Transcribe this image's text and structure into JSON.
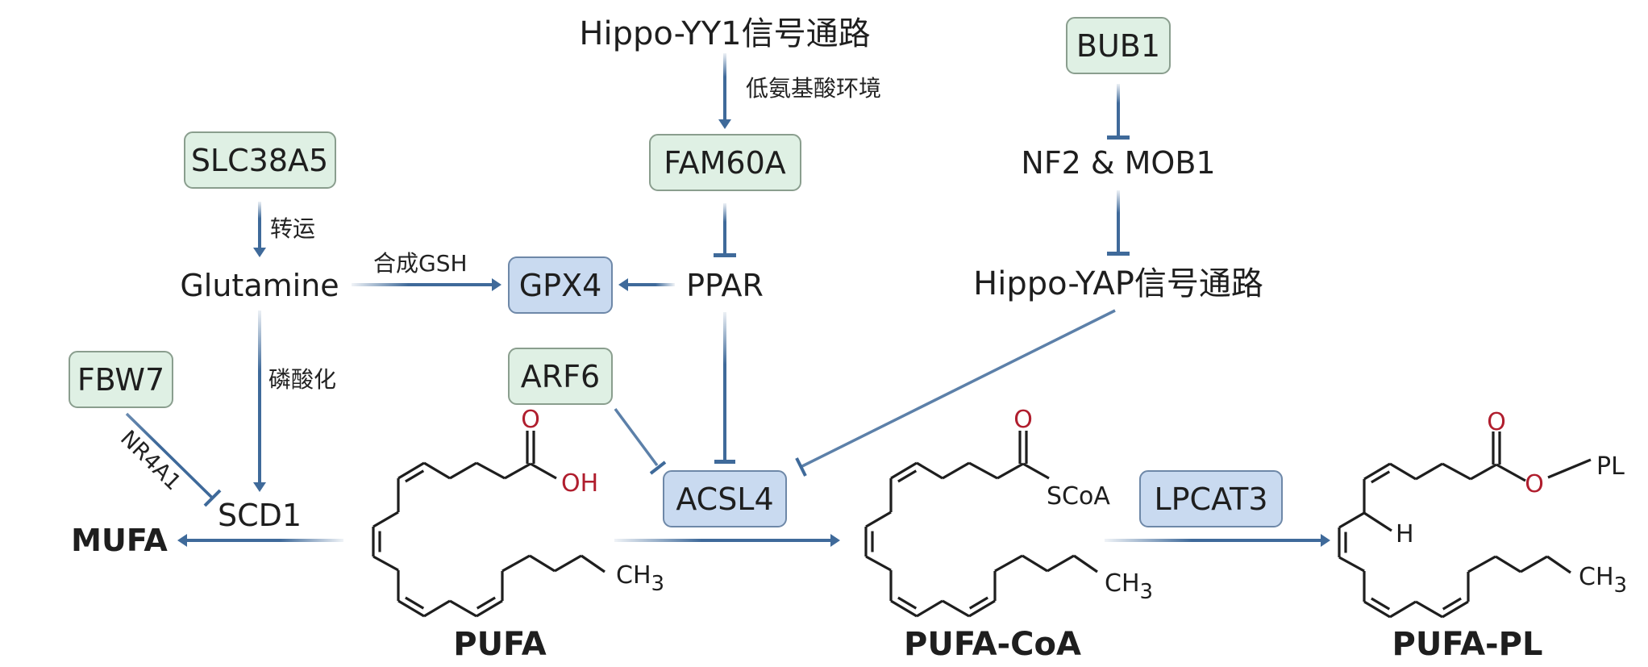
{
  "title": "Ferroptosis regulatory pathways: PUFA to PUFA-PL",
  "colors": {
    "arrow": "#3f6a9a",
    "green_box_fill": "#dff0e4",
    "blue_box_fill": "#c9daf0",
    "oxygen_red": "#b01e2e"
  },
  "nodes": {
    "hippo_yy1": "Hippo-YY1信号通路",
    "fam60a": "FAM60A",
    "bub1": "BUB1",
    "nf2_mob1": "NF2 & MOB1",
    "slc38a5": "SLC38A5",
    "glutamine": "Glutamine",
    "gpx4": "GPX4",
    "ppar": "PPAR",
    "hippo_yap": "Hippo-YAP信号通路",
    "fbw7": "FBW7",
    "arf6": "ARF6",
    "scd1": "SCD1",
    "mufa": "MUFA",
    "acsl4": "ACSL4",
    "lpcat3": "LPCAT3"
  },
  "edge_labels": {
    "low_amino_acid": "低氨基酸环境",
    "transport": "转运",
    "synth_gsh": "合成GSH",
    "phosphorylation": "磷酸化",
    "nr4a1": "NR4A1"
  },
  "edges": [
    {
      "from": "hippo_yy1",
      "to": "fam60a",
      "type": "activation",
      "label": "低氨基酸环境"
    },
    {
      "from": "fam60a",
      "to": "ppar",
      "type": "inhibition"
    },
    {
      "from": "bub1",
      "to": "nf2_mob1",
      "type": "inhibition"
    },
    {
      "from": "nf2_mob1",
      "to": "hippo_yap",
      "type": "inhibition"
    },
    {
      "from": "slc38a5",
      "to": "glutamine",
      "type": "activation",
      "label": "转运"
    },
    {
      "from": "glutamine",
      "to": "gpx4",
      "type": "activation",
      "label": "合成GSH"
    },
    {
      "from": "ppar",
      "to": "gpx4",
      "type": "activation"
    },
    {
      "from": "glutamine",
      "to": "scd1",
      "type": "activation",
      "label": "磷酸化"
    },
    {
      "from": "fbw7",
      "to": "scd1",
      "type": "inhibition",
      "label": "NR4A1"
    },
    {
      "from": "ppar",
      "to": "acsl4",
      "type": "inhibition"
    },
    {
      "from": "arf6",
      "to": "acsl4",
      "type": "inhibition"
    },
    {
      "from": "hippo_yap",
      "to": "acsl4",
      "type": "inhibition"
    },
    {
      "from": "pufa",
      "to": "mufa",
      "type": "activation"
    },
    {
      "from": "pufa",
      "to": "pufa_coa",
      "type": "activation"
    },
    {
      "from": "pufa_coa",
      "to": "pufa_pl",
      "type": "activation"
    }
  ],
  "molecules": {
    "pufa": {
      "name": "PUFA",
      "carbonyl_o": "O",
      "terminal_group": "OH",
      "tail": "CH",
      "tail_sub": "3"
    },
    "pufa_coa": {
      "name": "PUFA-CoA",
      "carbonyl_o": "O",
      "terminal_group": "SCoA",
      "tail": "CH",
      "tail_sub": "3"
    },
    "pufa_pl": {
      "name": "PUFA-PL",
      "carbonyl_o": "O",
      "ester_o": "O",
      "terminal_group": "PL",
      "hydrogen": "H",
      "tail": "CH",
      "tail_sub": "3"
    }
  }
}
